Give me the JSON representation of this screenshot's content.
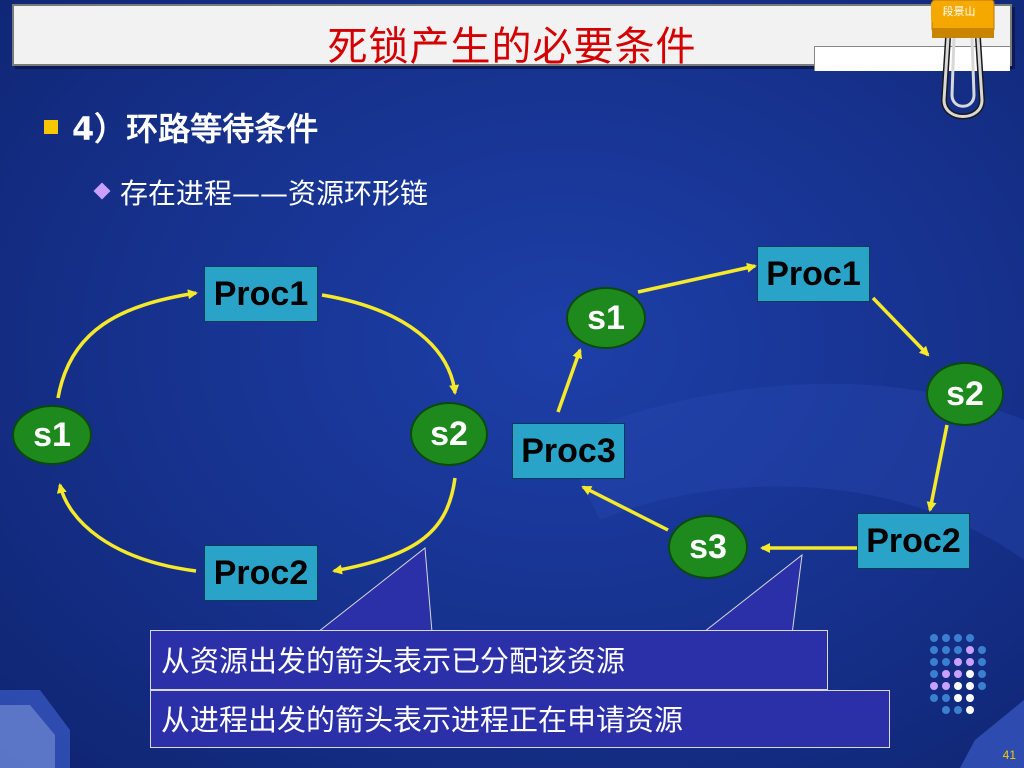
{
  "slide": {
    "title": "死锁产生的必要条件",
    "author_tag": "段景山",
    "page_number": "41"
  },
  "bullets": {
    "level1": "4）环路等待条件",
    "level2": "存在进程——资源环形链"
  },
  "left_diagram": {
    "proc1": "Proc1",
    "proc2": "Proc2",
    "s1": "s1",
    "s2": "s2"
  },
  "right_diagram": {
    "proc1": "Proc1",
    "proc2": "Proc2",
    "proc3": "Proc3",
    "s1": "s1",
    "s2": "s2",
    "s3": "s3"
  },
  "notes": {
    "note1": "从资源出发的箭头表示已分配该资源",
    "note2": "从进程出发的箭头表示进程正在申请资源"
  },
  "colors": {
    "background": "#16318c",
    "title": "#d40000",
    "arrow": "#f5e92a",
    "process_box": "#2aa3c8",
    "resource_node": "#1e8a1e"
  }
}
